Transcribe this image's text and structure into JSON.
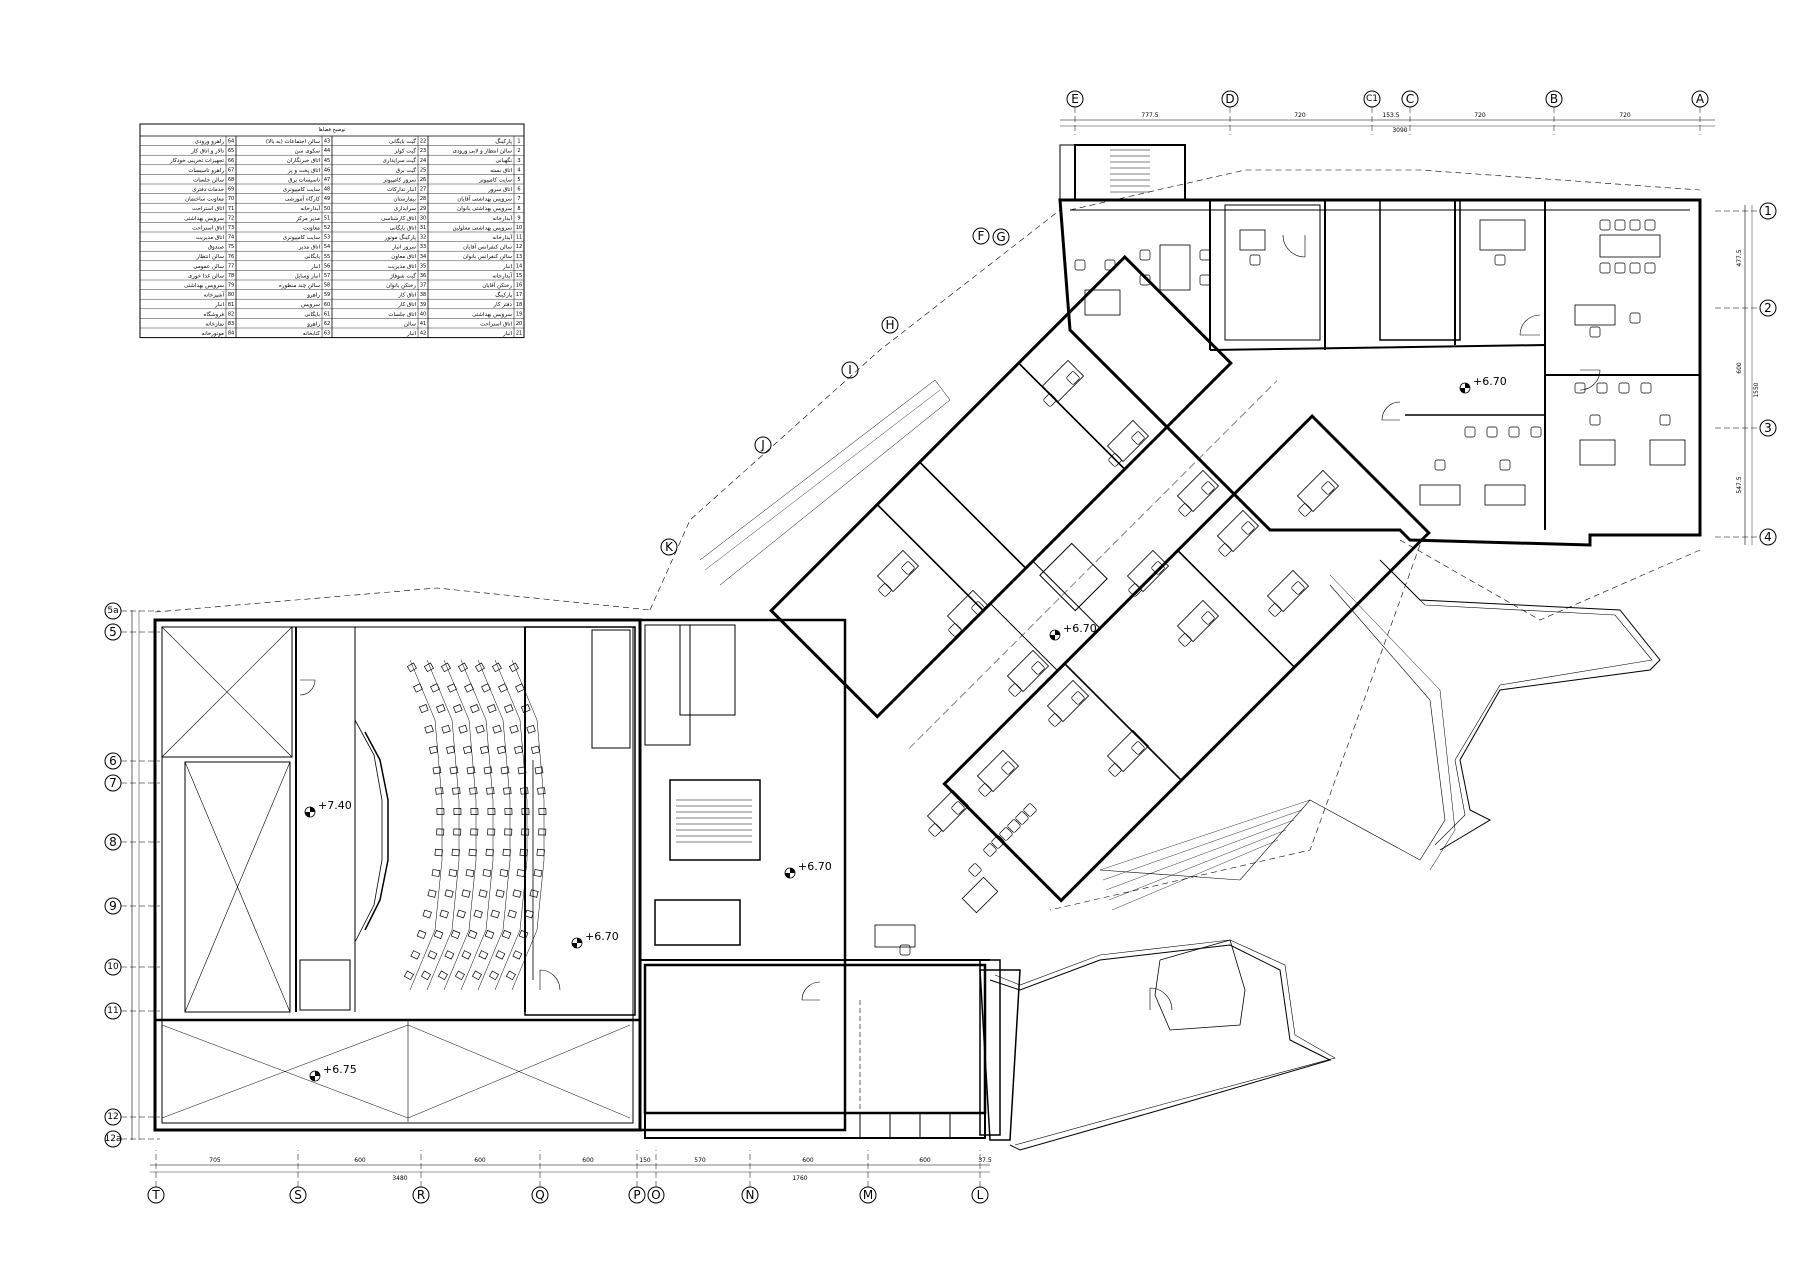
{
  "legend": {
    "title": "توضیح فضاها",
    "rows": [
      {
        "c1n": "1",
        "c1": "پارکینگ",
        "c2n": "22",
        "c2": "گیت بایگانی",
        "c3n": "43",
        "c3": "سالن اجتماعات (به بالا)",
        "c4n": "64",
        "c4": "راهرو ورودی"
      },
      {
        "c1n": "2",
        "c1": "سالن انتظار و لابی ورودی",
        "c2n": "23",
        "c2": "گیت کولر",
        "c3n": "44",
        "c3": "سکوی سن",
        "c4n": "65",
        "c4": "تالار و اتاق کار"
      },
      {
        "c1n": "3",
        "c1": "نگهبانی",
        "c2n": "24",
        "c2": "گیت سرایداری",
        "c3n": "45",
        "c3": "اتاق خبرنگاران",
        "c4n": "66",
        "c4": "تجهیزات تخریبی خودکار"
      },
      {
        "c1n": "4",
        "c1": "اتاق بسته",
        "c2n": "25",
        "c2": "گیت برق",
        "c3n": "46",
        "c3": "اتاق پخت و پز",
        "c4n": "67",
        "c4": "راهرو تاسیسات"
      },
      {
        "c1n": "5",
        "c1": "سایت کامپیوتر",
        "c2n": "26",
        "c2": "سرور کامپیوتر",
        "c3n": "47",
        "c3": "تاسیسات برق",
        "c4n": "68",
        "c4": "سالن جلسات"
      },
      {
        "c1n": "6",
        "c1": "اتاق سرور",
        "c2n": "27",
        "c2": "انبار تدارکات",
        "c3n": "48",
        "c3": "سایت کامپیوتری",
        "c4n": "69",
        "c4": "خدمات دفتری"
      },
      {
        "c1n": "7",
        "c1": "سرویس بهداشتی آقایان",
        "c2n": "28",
        "c2": "بیمارستان",
        "c3n": "49",
        "c3": "کارگاه آموزشی",
        "c4n": "70",
        "c4": "معاونت ساختمان"
      },
      {
        "c1n": "8",
        "c1": "سرویس بهداشتی بانوان",
        "c2n": "29",
        "c2": "سرایداری",
        "c3n": "50",
        "c3": "آبدارخانه",
        "c4n": "71",
        "c4": "اتاق استراحت"
      },
      {
        "c1n": "9",
        "c1": "آبدارخانه",
        "c2n": "30",
        "c2": "اتاق کارشناسی",
        "c3n": "51",
        "c3": "مدیر مرکز",
        "c4n": "72",
        "c4": "سرویس بهداشتی"
      },
      {
        "c1n": "10",
        "c1": "سرویس بهداشتی معلولین",
        "c2n": "31",
        "c2": "اتاق بایگانی",
        "c3n": "52",
        "c3": "معاونت",
        "c4n": "73",
        "c4": "اتاق استراحت"
      },
      {
        "c1n": "11",
        "c1": "آبدارخانه",
        "c2n": "32",
        "c2": "پارکینگ موتور",
        "c3n": "53",
        "c3": "سایت کامپیوتری",
        "c4n": "74",
        "c4": "اتاق مدیریت"
      },
      {
        "c1n": "12",
        "c1": "سالن کنفرانس آقایان",
        "c2n": "33",
        "c2": "سرور انبار",
        "c3n": "54",
        "c3": "اتاق مدیر",
        "c4n": "75",
        "c4": "صندوق"
      },
      {
        "c1n": "13",
        "c1": "سالن کنفرانس بانوان",
        "c2n": "34",
        "c2": "اتاق معاون",
        "c3n": "55",
        "c3": "بایگانی",
        "c4n": "76",
        "c4": "سالن انتظار"
      },
      {
        "c1n": "14",
        "c1": "انبار",
        "c2n": "35",
        "c2": "اتاق مدیریت",
        "c3n": "56",
        "c3": "انبار",
        "c4n": "77",
        "c4": "سالن عمومی"
      },
      {
        "c1n": "15",
        "c1": "آبدارخانه",
        "c2n": "36",
        "c2": "گیت شوفاژ",
        "c3n": "57",
        "c3": "انبار وسایل",
        "c4n": "78",
        "c4": "سالن غذا خوری"
      },
      {
        "c1n": "16",
        "c1": "رختکن آقایان",
        "c2n": "37",
        "c2": "رختکن بانوان",
        "c3n": "58",
        "c3": "سالن چند منظوره",
        "c4n": "79",
        "c4": "سرویس بهداشتی"
      },
      {
        "c1n": "17",
        "c1": "پارکینگ",
        "c2n": "38",
        "c2": "اتاق کار",
        "c3n": "59",
        "c3": "راهرو",
        "c4n": "80",
        "c4": "آشپزخانه"
      },
      {
        "c1n": "18",
        "c1": "دفتر کار",
        "c2n": "39",
        "c2": "اتاق کار",
        "c3n": "60",
        "c3": "سرویس",
        "c4n": "81",
        "c4": "انبار"
      },
      {
        "c1n": "19",
        "c1": "سرویس بهداشتی",
        "c2n": "40",
        "c2": "اتاق جلسات",
        "c3n": "61",
        "c3": "بایگانی",
        "c4n": "82",
        "c4": "فروشگاه"
      },
      {
        "c1n": "20",
        "c1": "اتاق استراحت",
        "c2n": "41",
        "c2": "سالن",
        "c3n": "62",
        "c3": "راهرو",
        "c4n": "83",
        "c4": "نمازخانه"
      },
      {
        "c1n": "21",
        "c1": "انبار",
        "c2n": "42",
        "c2": "انبار",
        "c3n": "63",
        "c3": "کتابخانه",
        "c4n": "84",
        "c4": "موتورخانه"
      }
    ]
  },
  "grid": {
    "top": [
      "E",
      "D",
      "C1",
      "C",
      "B",
      "A"
    ],
    "right": [
      "1",
      "2",
      "3",
      "4"
    ],
    "left": [
      "5a",
      "5",
      "6",
      "7",
      "8",
      "9",
      "10",
      "11",
      "12",
      "12a"
    ],
    "bottom": [
      "T",
      "S",
      "R",
      "Q",
      "P",
      "O",
      "N",
      "M",
      "L"
    ],
    "diagonal": [
      "G",
      "F",
      "H",
      "I",
      "J",
      "K"
    ]
  },
  "levels": {
    "office_right": "+6.70",
    "corridor_diag": "+6.70",
    "auditorium": "+7.40",
    "hall_right_of_seats": "+6.70",
    "lobby": "+6.70",
    "roof_bottom": "+6.75"
  },
  "dimensions": {
    "top": [
      "777.5",
      "720",
      "153.5",
      "720",
      "720"
    ],
    "top_total": "3090",
    "bottom": [
      "705",
      "600",
      "600",
      "600",
      "150",
      "570",
      "600",
      "600",
      "37.5"
    ],
    "bottom_total_left": "3480",
    "bottom_total_right": "1760",
    "right": [
      "477.5",
      "600",
      "547.5"
    ],
    "right_total": "1550"
  },
  "colors": {
    "line": "#000000",
    "background": "#ffffff"
  }
}
